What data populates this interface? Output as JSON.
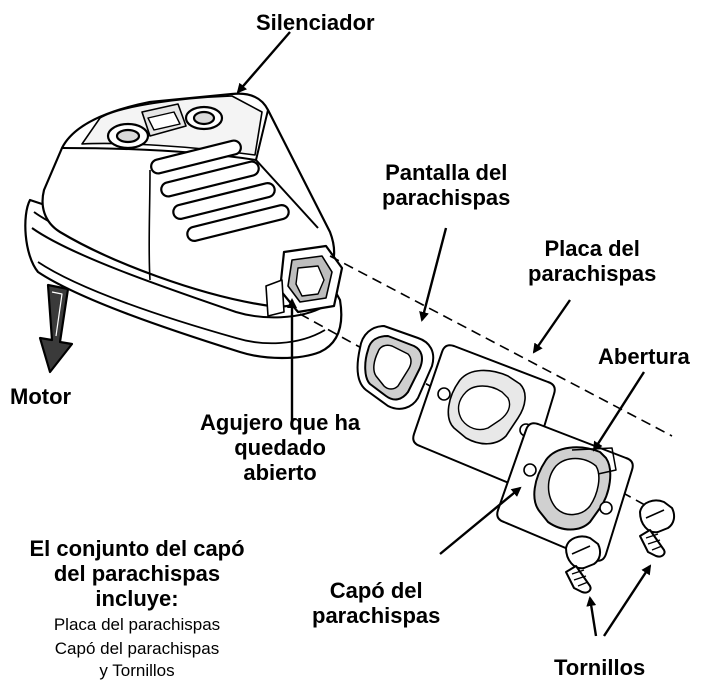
{
  "labels": {
    "silenciador": "Silenciador",
    "pantalla_l1": "Pantalla del",
    "pantalla_l2": "parachispas",
    "placa_l1": "Placa del",
    "placa_l2": "parachispas",
    "abertura": "Abertura",
    "motor": "Motor",
    "agujero_l1": "Agujero que ha",
    "agujero_l2": "quedado",
    "agujero_l3": "abierto",
    "capo_l1": "Capó del",
    "capo_l2": "parachispas",
    "tornillos": "Tornillos"
  },
  "kit": {
    "heading_l1": "El conjunto del capó",
    "heading_l2": "del parachispas",
    "heading_l3": "incluye:",
    "item_1": "Placa del parachispas",
    "item_2": "Capó del parachispas",
    "item_3": "y Tornillos"
  },
  "colors": {
    "line": "#000000",
    "body_fill": "#ffffff",
    "shade": "#d9d9d9"
  }
}
